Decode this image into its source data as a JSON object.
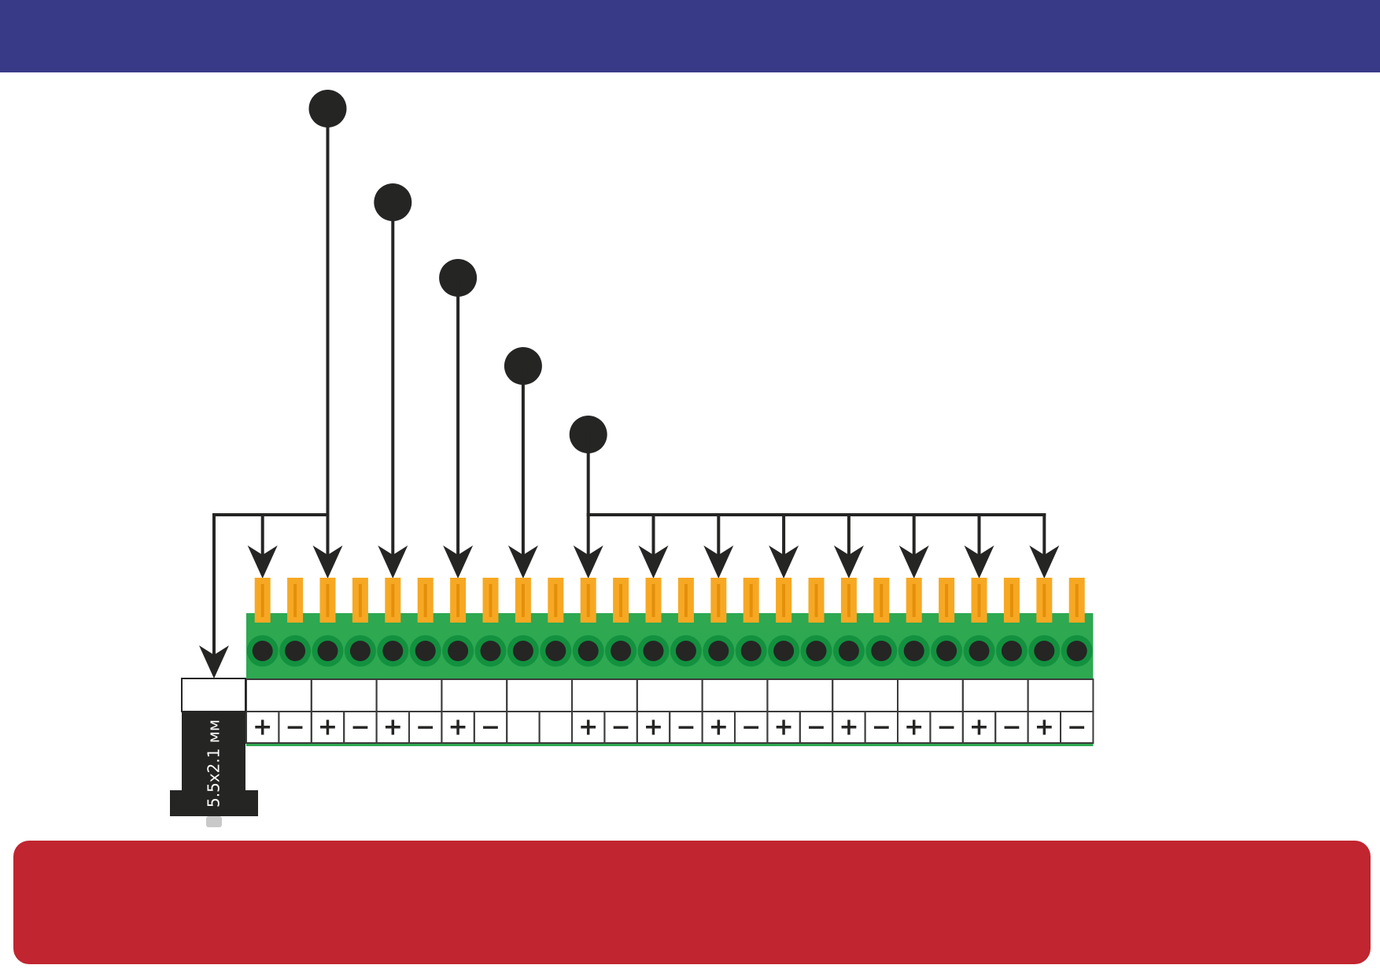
{
  "colors": {
    "header": "#383a87",
    "footer": "#c1252f",
    "terminal_body": "#2ea851",
    "terminal_screw_ring": "#13913f",
    "terminal_screw": "#252524",
    "pin": "#f7a823",
    "pin_stripe": "#e38f0b",
    "wire": "#252524",
    "jack": "#252524"
  },
  "jack": {
    "label": "5.5x2.1 мм"
  },
  "terminal": {
    "count": 26,
    "group_count": 13,
    "polarity_labels": [
      "+",
      "−",
      "+",
      "−",
      "+",
      "−",
      "+",
      "−",
      "",
      "",
      "+",
      "−",
      "+",
      "−",
      "+",
      "−",
      "+",
      "−",
      "+",
      "−",
      "+",
      "−",
      "+",
      "−",
      "+",
      "−"
    ]
  },
  "wires": {
    "input_nodes": 5
  }
}
